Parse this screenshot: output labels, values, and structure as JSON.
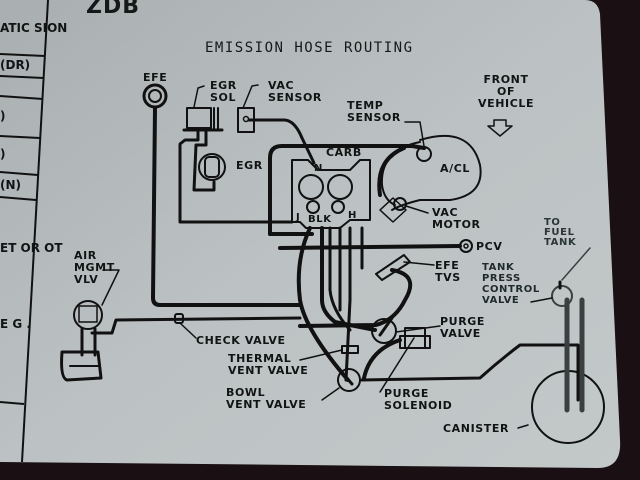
{
  "decal": {
    "title": "EMISSION HOSE ROUTING",
    "code_tag": "ZDB",
    "colors": {
      "label_bg": "#b9bfc0",
      "ink": "#121414",
      "background": "#1a0f12"
    }
  },
  "side_table": {
    "rows": [
      "ATIC\nSION",
      "(DR)",
      "",
      ")",
      ")",
      "(N)",
      "ET\nOR\nOT",
      "E\nG\n.",
      ""
    ]
  },
  "components": {
    "efe": "EFE",
    "egr_sol": "EGR\nSOL",
    "vac_sensor": "VAC\nSENSOR",
    "temp_sensor": "TEMP\nSENSOR",
    "front_of_vehicle": "FRONT\nOF\nVEHICLE",
    "egr": "EGR",
    "carb": "CARB",
    "carb_n": "N",
    "carb_j": "J",
    "carb_blk": "BLK",
    "carb_h": "H",
    "a_cl": "A/CL",
    "vac_motor": "VAC\nMOTOR",
    "pcv": "PCV",
    "to_fuel_tank": "TO\nFUEL\nTANK",
    "air_mgmt_vlv": "AIR\nMGMT\nVLV",
    "efe_tvs": "EFE\nTVS",
    "tank_press_control_valve": "TANK\nPRESS\nCONTROL\nVALVE",
    "check_valve": "CHECK VALVE",
    "purge_valve": "PURGE\nVALVE",
    "thermal_vent_valve": "THERMAL\nVENT VALVE",
    "bowl_vent_valve": "BOWL\nVENT VALVE",
    "purge_solenoid": "PURGE\nSOLENOID",
    "canister": "CANISTER"
  }
}
